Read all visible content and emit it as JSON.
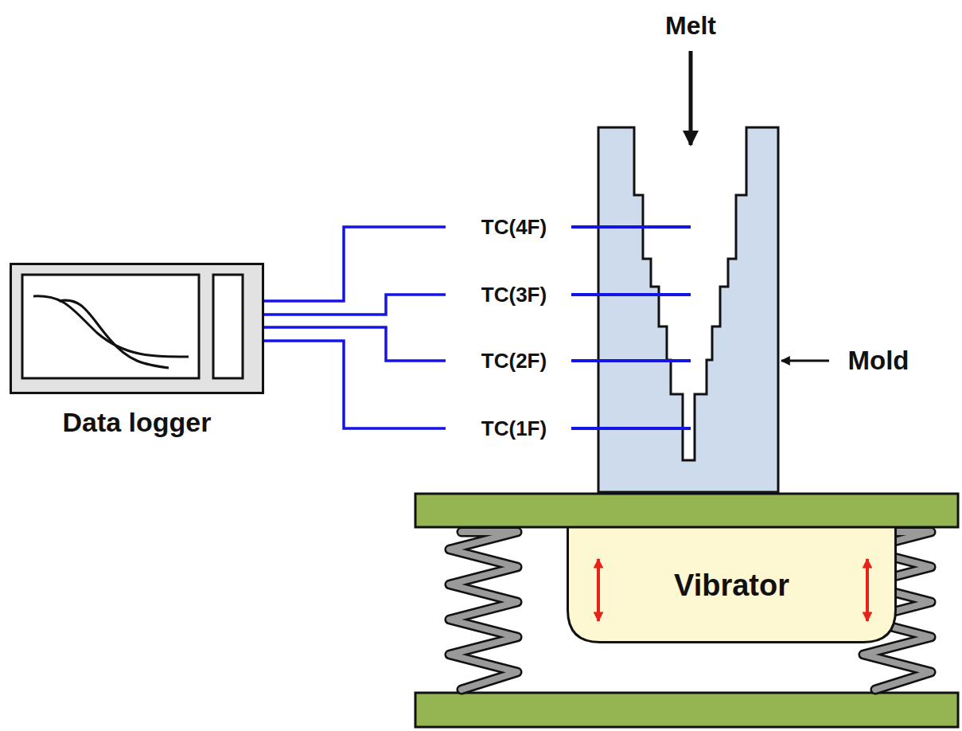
{
  "diagram": {
    "nodes": [
      {
        "text": [
          "Data logger"
        ]
      },
      {
        "text": [
          "Vibrator"
        ]
      }
    ],
    "labels": [
      "Melt",
      "TC(4F)",
      "TC(3F)",
      "TC(2F)",
      "TC(1F)",
      "Mold"
    ]
  }
}
